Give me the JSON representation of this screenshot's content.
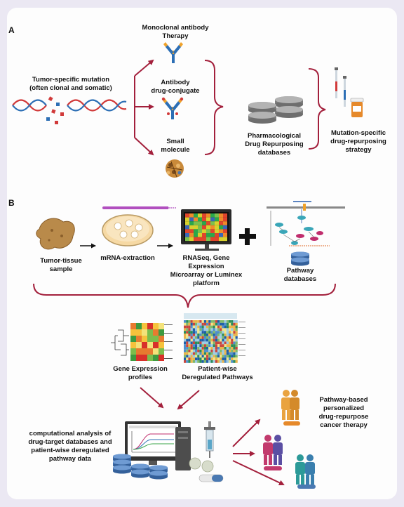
{
  "panels": {
    "a": "A",
    "b": "B"
  },
  "section_a": {
    "tumor_mutation": "Tumor-specific mutation\n(often clonal and somatic)",
    "monoclonal": "Monoclonal antibody\nTherapy",
    "adc": "Antibody\ndrug-conjugate",
    "small_molecule": "Small\nmolecule",
    "databases": "Pharmacological\nDrug Repurposing\ndatabases",
    "strategy": "Mutation-specific\ndrug-repurposing\nstrategy"
  },
  "section_b": {
    "tissue": "Tumor-tissue\nsample",
    "mrna": "mRNA-extraction",
    "rnaseq": "RNASeq, Gene Expression\nMicroarray or Luminex\nplatform",
    "pathway_db": "Pathway\ndatabases",
    "gene_expression": "Gene Expression\nprofiles",
    "deregulated": "Patient-wise\nDeregulated Pathways",
    "computational": "computational analysis of\ndrug-target databases and\npatient-wise deregulated\npathway data",
    "therapy": "Pathway-based\npersonalized\ndrug-repurpose\ncancer therapy"
  },
  "colors": {
    "arrow": "#a3203c",
    "antibody_blue": "#2d6fb5",
    "antibody_orange": "#f0a22a",
    "db_gray": "#8e8e8e",
    "db_blue": "#4a79b2",
    "background": "#ebe8f3"
  }
}
